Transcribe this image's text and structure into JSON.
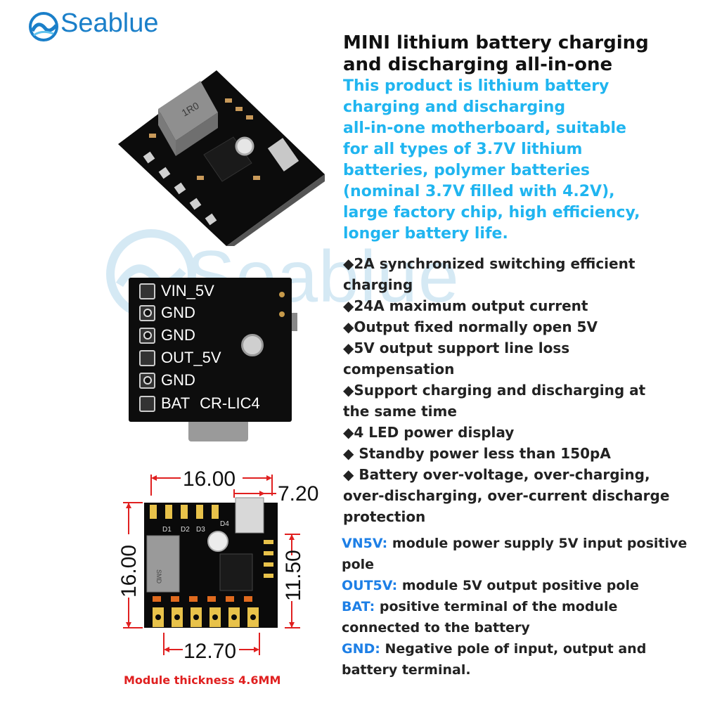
{
  "brand": {
    "name": "Seablue"
  },
  "heading": {
    "line1": "MINI lithium battery charging",
    "line2": "and discharging all-in-one"
  },
  "intro": {
    "lines": [
      "This product is lithium battery",
      "charging and discharging",
      "all-in-one motherboard, suitable",
      "for all types of 3.7V lithium",
      "batteries, polymer batteries",
      "(nominal 3.7V filled with 4.2V),",
      "large factory chip, high efficiency,",
      "longer battery life."
    ]
  },
  "features": {
    "lines": [
      "◆2A synchronized switching efficient",
      "charging",
      "◆24A maximum output current",
      "◆Output fixed normally open 5V",
      "◆5V output support line loss",
      "compensation",
      "◆Support charging and discharging at",
      "the same time",
      "◆4 LED power display",
      "◆ Standby power less than 150pA",
      "◆ Battery over-voltage, over-charging,",
      "over-discharging, over-current discharge",
      "protection"
    ]
  },
  "definitions": {
    "vin_key": "VN5V:",
    "vin_val": " module power supply 5V input positive",
    "vin_val2": "pole",
    "out_key": "OUT5V:",
    "out_val": " module 5V output positive pole",
    "bat_key": "BAT:",
    "bat_val": " positive terminal of the module",
    "bat_val2": "connected to the battery",
    "gnd_key": "GND:",
    "gnd_val": " Negative pole of input, output and",
    "gnd_val2": "battery terminal."
  },
  "board_back": {
    "pins": [
      "VIN_5V",
      "GND",
      "GND",
      "OUT_5V",
      "GND",
      "BAT"
    ],
    "model": "CR-LIC4"
  },
  "board_top": {
    "inductor_mark": "1R0"
  },
  "diagram": {
    "width_top": "16.00",
    "width_btn": "7.20",
    "height_left": "16.00",
    "height_right": "11.50",
    "width_bottom": "12.70",
    "led_labels": [
      "D1",
      "D2",
      "D3",
      "D4"
    ],
    "inductor_mark": "SMD",
    "thickness": "Module thickness 4.6MM"
  },
  "colors": {
    "accent": "#20b5f0",
    "key": "#1d7fe6",
    "brand": "#1a7fc9",
    "warning": "#e02020"
  }
}
